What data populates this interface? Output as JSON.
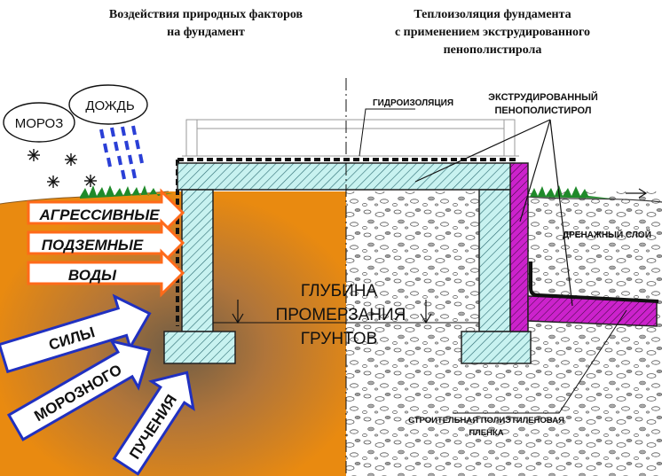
{
  "titles": {
    "left_line1": "Воздействия природных факторов",
    "left_line2": "на фундамент",
    "right_line1": "Теплоизоляция фундамента",
    "right_line2": "с применением экструдированного",
    "right_line3": "пенополистирола"
  },
  "clouds": {
    "frost": "МОРОЗ",
    "rain": "ДОЖДЬ"
  },
  "water_arrows": [
    "АГРЕССИВНЫЕ",
    "ПОДЗЕМНЫЕ",
    "ВОДЫ"
  ],
  "heave_arrows": [
    "СИЛЫ",
    "МОРОЗНОГО",
    "ПУЧЕНИЯ"
  ],
  "depth_label": [
    "ГЛУБИНА",
    "ПРОМЕРЗАНИЯ",
    "ГРУНТОВ"
  ],
  "labels": {
    "waterproofing": "ГИДРОИЗОЛЯЦИЯ",
    "xps_line1": "ЭКСТРУДИРОВАННЫЙ",
    "xps_line2": "ПЕНОПОЛИСТИРОЛ",
    "drainage": "ДРЕНАЖНЫЙ СЛОЙ",
    "film_line1": "СТРОИТЕЛЬНАЯ  ПОЛИЭТИЛЕНОВАЯ",
    "film_line2": "ПЛЕНКА"
  },
  "colors": {
    "soil": "#e98a10",
    "soil_dark": "#6e5c45",
    "concrete_fill": "#c8f2f0",
    "insulation": "#cc22cc",
    "grass": "#1f8a2a",
    "rain": "#2a3fd6",
    "water_arrow_border": "#ff6a1a",
    "heave_arrow_border": "#2030c0"
  }
}
